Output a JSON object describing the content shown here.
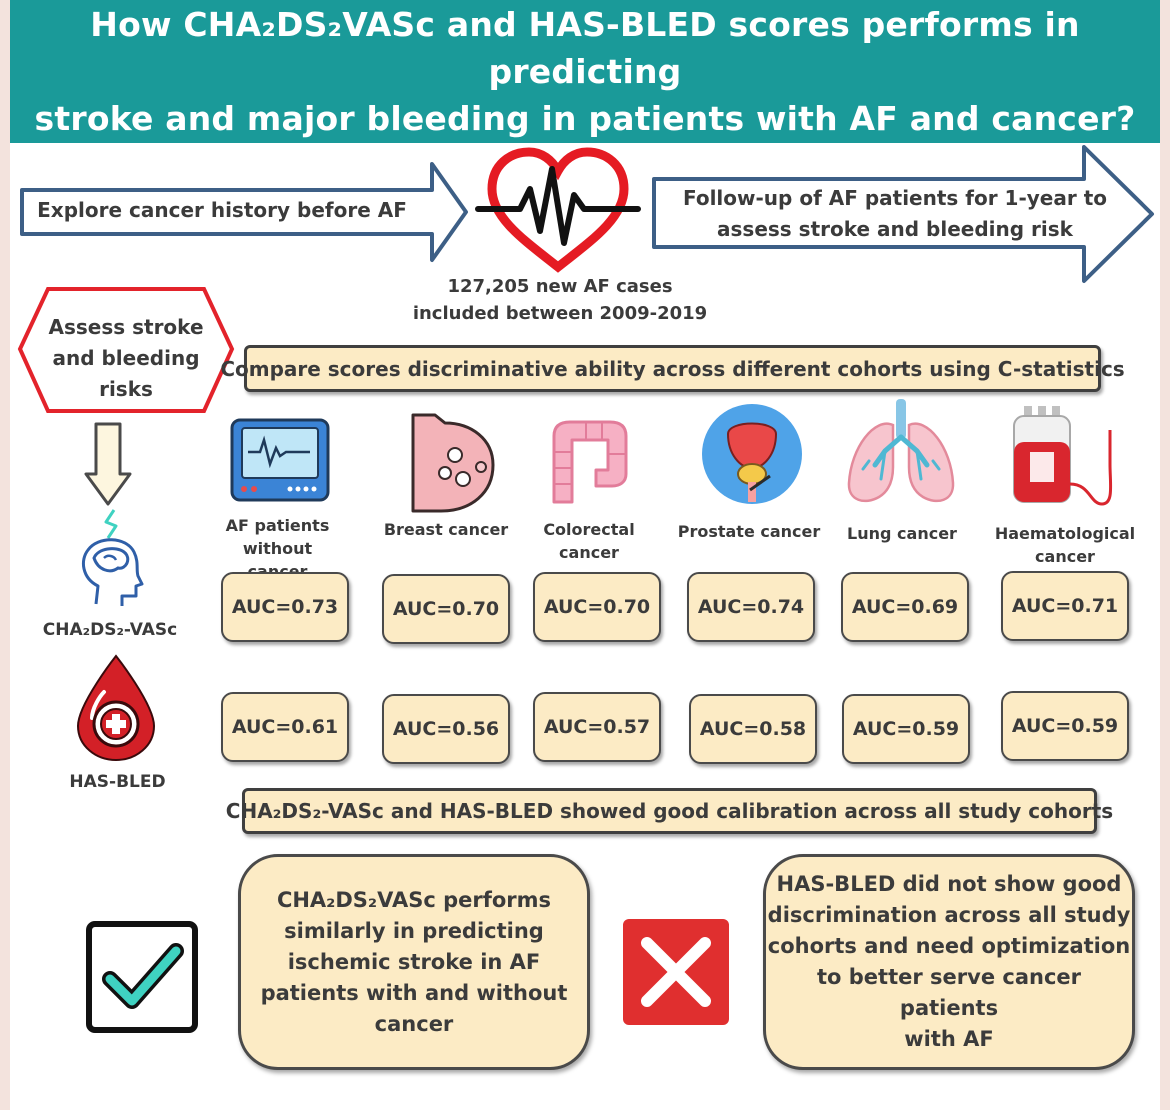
{
  "header": {
    "title_line1": "How CHA₂DS₂VASc and HAS-BLED scores performs in predicting",
    "title_line2": "stroke and major bleeding in patients with AF and cancer?"
  },
  "flow": {
    "left_arrow": "Explore cancer history before AF",
    "right_arrow_line1": "Follow-up of AF patients for 1-year to",
    "right_arrow_line2": "assess stroke and bleeding risk",
    "cases_line1": "127,205 new AF cases",
    "cases_line2": "included between 2009-2019"
  },
  "assess": {
    "line1": "Assess stroke",
    "line2": "and bleeding",
    "line3": "risks"
  },
  "compare_banner": "Compare scores discriminative ability across different cohorts using C-statistics",
  "scores": {
    "cha_label": "CHA₂DS₂-VASc",
    "has_label": "HAS-BLED"
  },
  "cohorts": [
    {
      "label_line1": "AF patients without",
      "label_line2": "cancer",
      "icon": "monitor-icon",
      "cha": "AUC=0.73",
      "has": "AUC=0.61"
    },
    {
      "label_line1": "Breast cancer",
      "label_line2": "",
      "icon": "breast-icon",
      "cha": "AUC=0.70",
      "has": "AUC=0.56"
    },
    {
      "label_line1": "Colorectal cancer",
      "label_line2": "",
      "icon": "colon-icon",
      "cha": "AUC=0.70",
      "has": "AUC=0.57"
    },
    {
      "label_line1": "Prostate cancer",
      "label_line2": "",
      "icon": "prostate-icon",
      "cha": "AUC=0.74",
      "has": "AUC=0.58"
    },
    {
      "label_line1": "Lung cancer",
      "label_line2": "",
      "icon": "lungs-icon",
      "cha": "AUC=0.69",
      "has": "AUC=0.59"
    },
    {
      "label_line1": "Haematological cancer",
      "label_line2": "",
      "icon": "blood-bag-icon",
      "cha": "AUC=0.71",
      "has": "AUC=0.59"
    }
  ],
  "calibration_banner": "CHA₂DS₂-VASc and HAS-BLED showed good calibration across all study cohorts",
  "conclusions": {
    "left": [
      "CHA₂DS₂VASc performs",
      "similarly in predicting",
      "ischemic stroke in AF",
      "patients with and without",
      "cancer"
    ],
    "right": [
      "HAS-BLED did not show good",
      "discrimination across all study",
      "cohorts and need optimization",
      "to better serve cancer patients",
      "with AF"
    ]
  },
  "colors": {
    "header_bg": "#1a9a99",
    "box_fill": "#fcebc5",
    "arrow_stroke": "#3d5f86",
    "heart_red": "#e51b23",
    "hex_red": "#e3232b",
    "check_teal": "#3fd2c1"
  }
}
